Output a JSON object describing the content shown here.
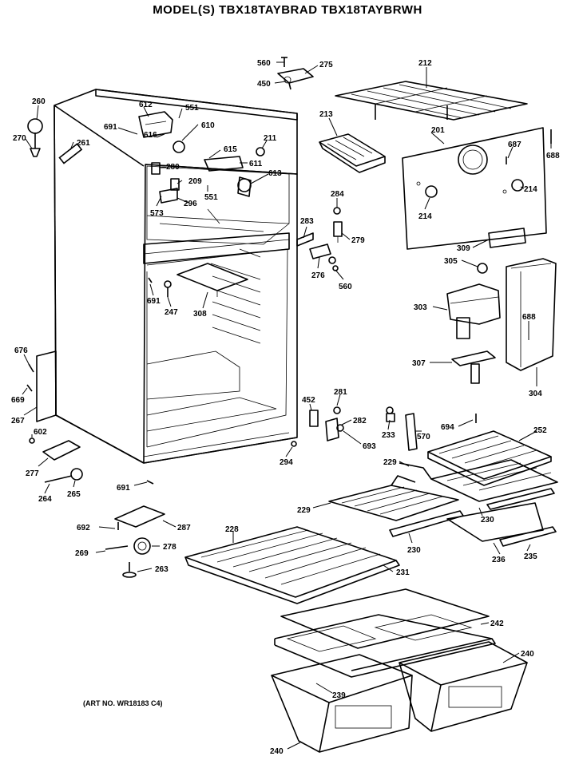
{
  "title": "MODEL(S) TBX18TAYBRAD  TBX18TAYBRWH",
  "art_number": "(ART NO. WR18183 C4)",
  "callouts": {
    "c560a": "560",
    "c275": "275",
    "c450": "450",
    "c212": "212",
    "c260": "260",
    "c270": "270",
    "c261": "261",
    "c612": "612",
    "c551a": "551",
    "c691a": "691",
    "c610": "610",
    "c616": "616",
    "c615": "615",
    "c211": "211",
    "c213": "213",
    "c201": "201",
    "c687": "687",
    "c688a": "688",
    "c280": "280",
    "c611": "611",
    "c209": "209",
    "c613": "613",
    "c551b": "551",
    "c296": "296",
    "c573": "573",
    "c284": "284",
    "c214a": "214",
    "c214b": "214",
    "c283": "283",
    "c279": "279",
    "c276": "276",
    "c560b": "560",
    "c309": "309",
    "c305": "305",
    "c691b": "691",
    "c247": "247",
    "c308": "308",
    "c303": "303",
    "c688b": "688",
    "c676": "676",
    "c669": "669",
    "c267": "267",
    "c307": "307",
    "c304": "304",
    "c602": "602",
    "c452": "452",
    "c281": "281",
    "c282": "282",
    "c693": "693",
    "c233": "233",
    "c570": "570",
    "c694": "694",
    "c252": "252",
    "c277": "277",
    "c294": "294",
    "c229a": "229",
    "c264": "264",
    "c265": "265",
    "c691c": "691",
    "c229b": "229",
    "c230a": "230",
    "c692": "692",
    "c287": "287",
    "c228": "228",
    "c230b": "230",
    "c269": "269",
    "c278": "278",
    "c236": "236",
    "c235": "235",
    "c263": "263",
    "c231": "231",
    "c242": "242",
    "c240a": "240",
    "c239": "239",
    "c240b": "240"
  }
}
